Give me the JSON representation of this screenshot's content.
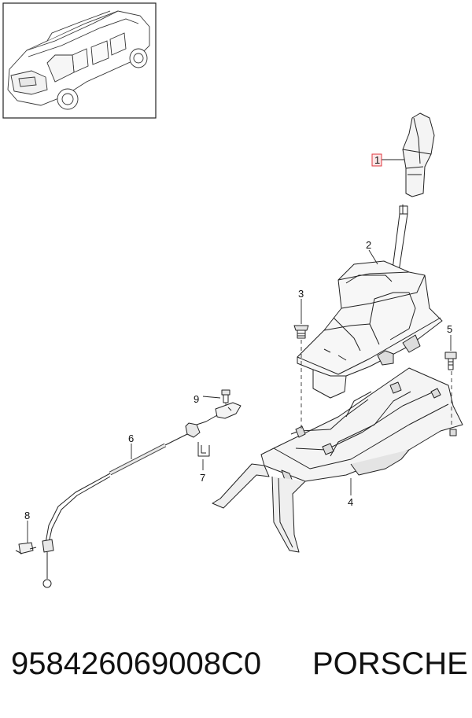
{
  "callouts": {
    "c1": "1",
    "c2": "2",
    "c3": "3",
    "c4": "4",
    "c5": "5",
    "c6": "6",
    "c7": "7",
    "c8": "8",
    "c9": "9"
  },
  "footer": {
    "part_number": "958426069008C0",
    "brand": "PORSCHE"
  },
  "colors": {
    "highlight": "#e2383f",
    "line": "#222222"
  }
}
